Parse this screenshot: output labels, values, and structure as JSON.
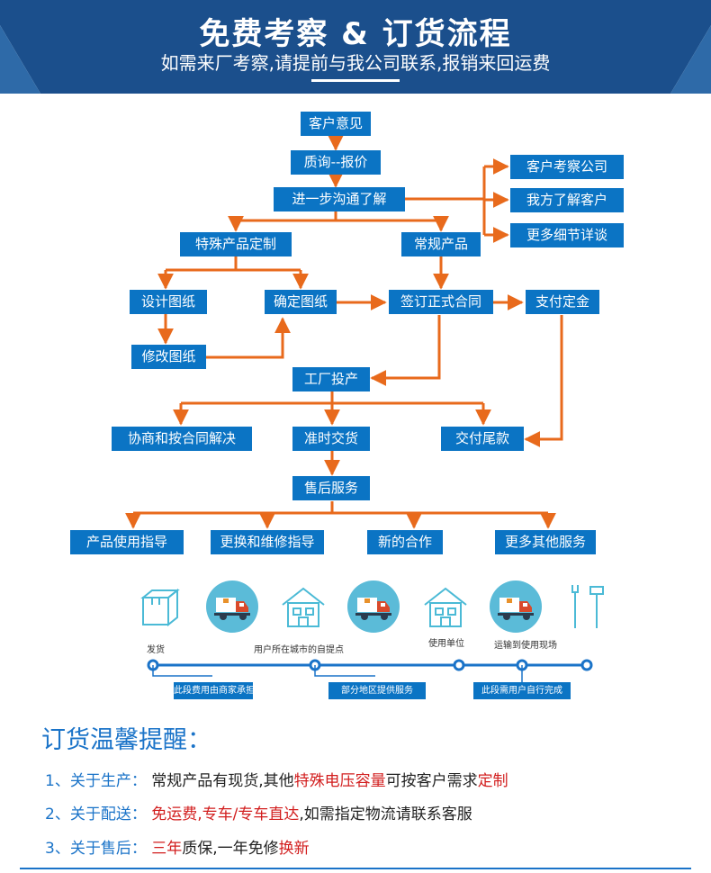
{
  "banner": {
    "title": "免费考察 & 订货流程",
    "subtitle": "如需来厂考察,请提前与我公司联系,报销来回运费"
  },
  "flow": {
    "customer_opinion": "客户意见",
    "inquiry_quote": "质询--报价",
    "further_communication": "进一步沟通了解",
    "customer_visit": "客户考察公司",
    "we_understand": "我方了解客户",
    "discuss_details": "更多细节详谈",
    "special_custom": "特殊产品定制",
    "regular_product": "常规产品",
    "design_drawing": "设计图纸",
    "confirm_drawing": "确定图纸",
    "sign_contract": "签订正式合同",
    "pay_deposit": "支付定金",
    "modify_drawing": "修改图纸",
    "factory_production": "工厂投产",
    "negotiate_by_contract": "协商和按合同解决",
    "on_time_delivery": "准时交货",
    "pay_balance": "交付尾款",
    "after_sales": "售后服务",
    "usage_guide": "产品使用指导",
    "replace_repair": "更换和维修指导",
    "new_cooperation": "新的合作",
    "more_services": "更多其他服务"
  },
  "shipping": {
    "steps": [
      "发货",
      "用户所在城市的自提点",
      "使用单位",
      "运输到使用现场"
    ],
    "segments": [
      "此段费用由商家承担",
      "部分地区提供服务",
      "此段需用户自行完成"
    ],
    "icons": [
      "box-icon",
      "truck-icon",
      "house-icon",
      "truck-icon",
      "house-icon",
      "truck-icon",
      "tools-icon"
    ]
  },
  "reminder": {
    "heading": "订货温馨提醒：",
    "items": [
      {
        "num": "1、",
        "title": "关于生产：",
        "parts": [
          {
            "t": "常规产品有现货,其他",
            "red": false
          },
          {
            "t": "特殊电压容量",
            "red": true
          },
          {
            "t": "可按客户需求",
            "red": false
          },
          {
            "t": "定制",
            "red": true
          }
        ]
      },
      {
        "num": "2、",
        "title": "关于配送：",
        "parts": [
          {
            "t": "免运费,专车/专车直达",
            "red": true
          },
          {
            "t": ",如需指定物流请联系客服",
            "red": false
          }
        ]
      },
      {
        "num": "3、",
        "title": "关于售后：",
        "parts": [
          {
            "t": "三年",
            "red": true
          },
          {
            "t": "质保,一年免修",
            "red": false
          },
          {
            "t": "换新",
            "red": true
          }
        ]
      }
    ]
  },
  "colors": {
    "accent": "#0b74c4",
    "arrow": "#e86a1c",
    "banner": "#1b4f8c",
    "highlight": "#d21e1e"
  }
}
